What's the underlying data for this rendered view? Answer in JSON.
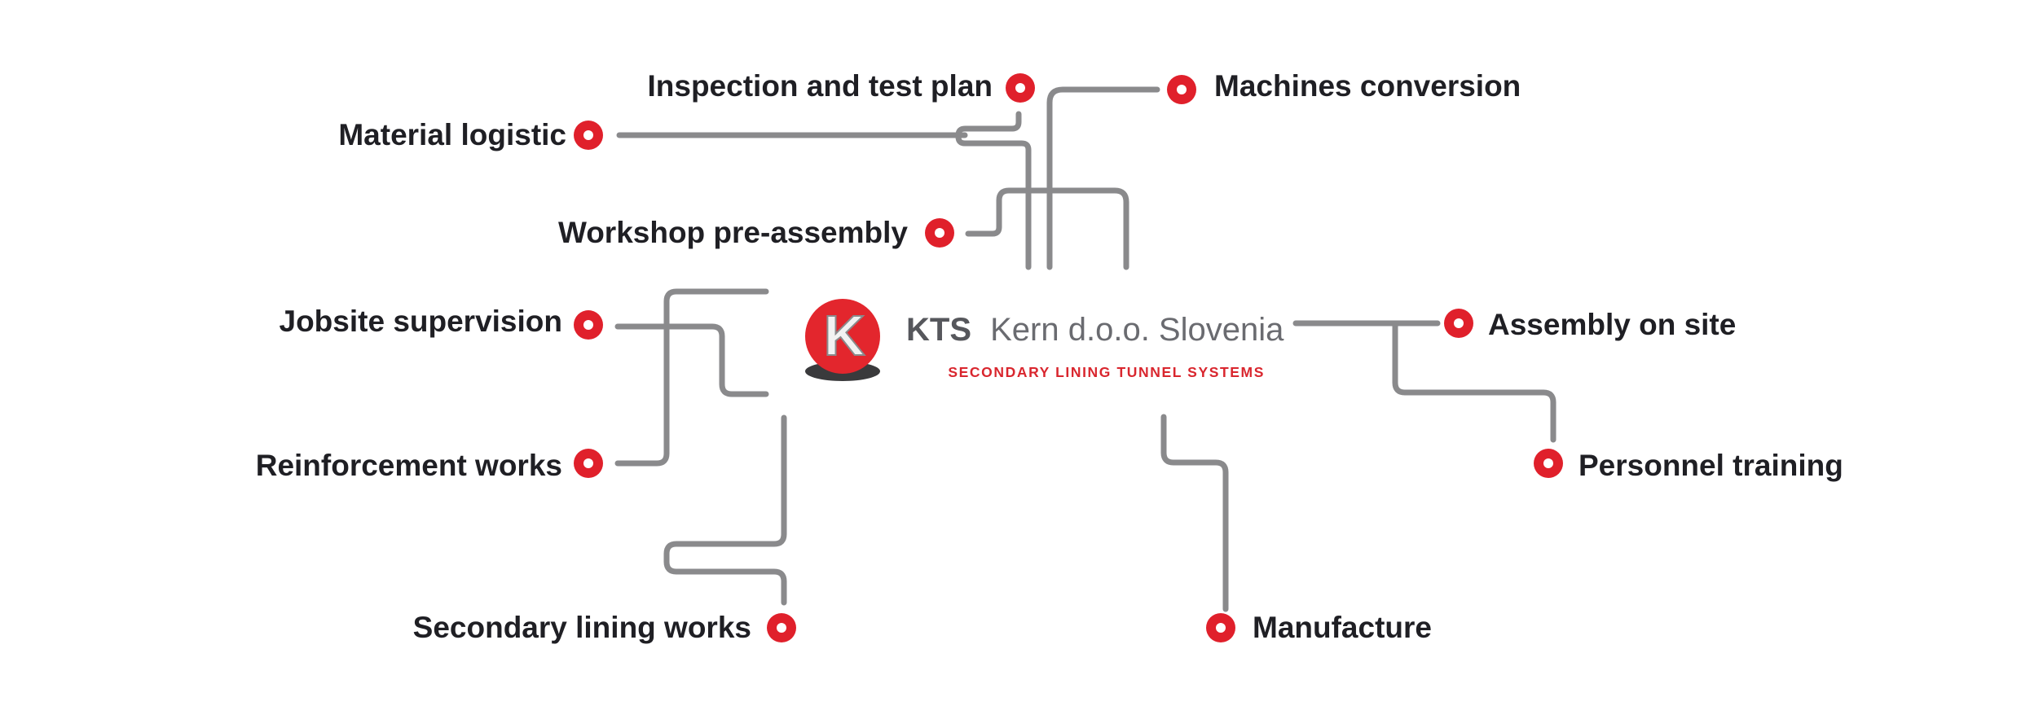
{
  "brand": {
    "name_bold": "KTS",
    "name_rest": "Kern d.o.o. Slovenia",
    "tagline": "SECONDARY LINING TUNNEL SYSTEMS",
    "logo_letter": "K",
    "accent_color": "#e0202b",
    "line_color": "#8a8a8c"
  },
  "nodes": [
    {
      "id": "inspection-and-test-plan",
      "label": "Inspection and test plan"
    },
    {
      "id": "material-logistic",
      "label": "Material logistic"
    },
    {
      "id": "machines-conversion",
      "label": "Machines conversion"
    },
    {
      "id": "workshop-pre-assembly",
      "label": "Workshop pre-assembly"
    },
    {
      "id": "jobsite-supervision",
      "label": "Jobsite supervision"
    },
    {
      "id": "assembly-on-site",
      "label": "Assembly on site"
    },
    {
      "id": "reinforcement-works",
      "label": "Reinforcement works"
    },
    {
      "id": "personnel-training",
      "label": "Personnel training"
    },
    {
      "id": "secondary-lining-works",
      "label": "Secondary lining works"
    },
    {
      "id": "manufacture",
      "label": "Manufacture"
    }
  ]
}
